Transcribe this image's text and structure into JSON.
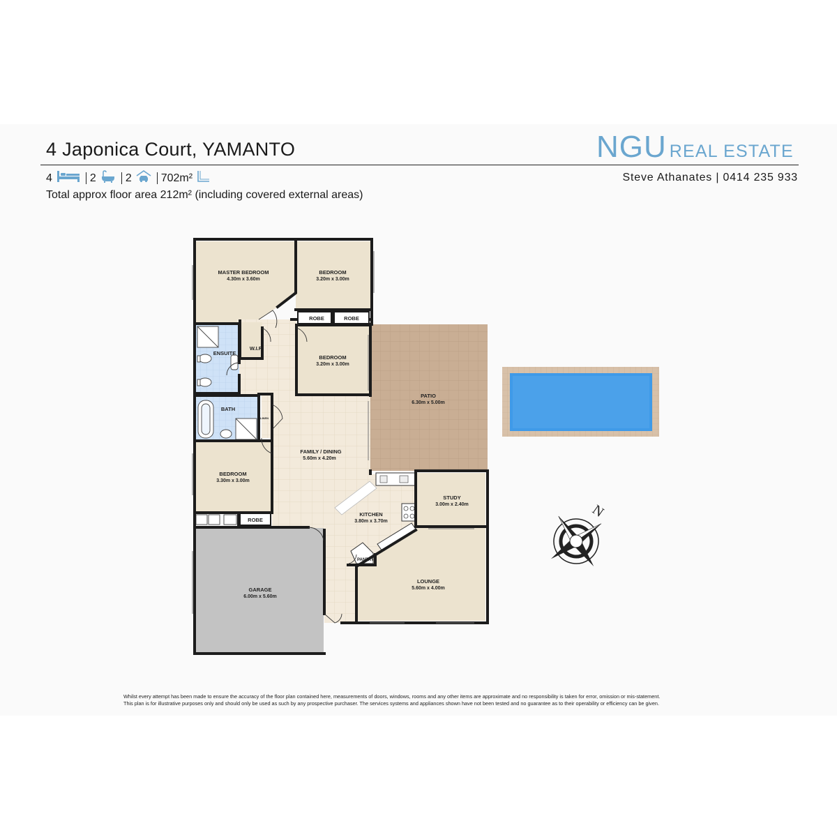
{
  "header": {
    "address": "4 Japonica Court, YAMANTO",
    "brand_main": "NGU",
    "brand_rest": "REAL ESTATE",
    "agent": "Steve Athanates | 0414 235 933",
    "bedrooms": "4",
    "bathrooms": "2",
    "car_spaces": "2",
    "land_area": "702m²",
    "floor_area_note": "Total approx floor area 212m² (including covered external areas)"
  },
  "icons": [
    "bed-icon",
    "bath-icon",
    "car-icon",
    "land-icon",
    "compass-icon"
  ],
  "colors": {
    "brand": "#6aa6cf",
    "floor": "#ece3cf",
    "tile": "#f3eadb",
    "wet_area": "#cfe2f7",
    "patio": "#c8ad92",
    "garage": "#c3c3c3",
    "pool": "#3f9ae8",
    "wall": "#1c1c1c"
  },
  "rooms": {
    "master": {
      "name": "MASTER BEDROOM",
      "dims": "4.30m  x 3.60m"
    },
    "bed2": {
      "name": "BEDROOM",
      "dims": "3.20m  x 3.00m"
    },
    "bed3": {
      "name": "BEDROOM",
      "dims": "3.20m  x 3.00m"
    },
    "bed4": {
      "name": "BEDROOM",
      "dims": "3.30m  x 3.00m"
    },
    "robe1": {
      "name": "ROBE"
    },
    "robe2": {
      "name": "ROBE"
    },
    "robe3": {
      "name": "ROBE"
    },
    "wir": {
      "name": "W.I.R"
    },
    "ensuite": {
      "name": "ENSUITE"
    },
    "bath": {
      "name": "BATH"
    },
    "linen": {
      "name": "LINEN"
    },
    "patio": {
      "name": "PATIO",
      "dims": "6.30m  x 5.00m"
    },
    "family": {
      "name": "FAMILY / DINING",
      "dims": "5.60m  x 4.20m"
    },
    "kitchen": {
      "name": "KITCHEN",
      "dims": "3.80m  x 3.70m"
    },
    "study": {
      "name": "STUDY",
      "dims": "3.00m  x 2.40m"
    },
    "pantry": {
      "name": "PANTRY"
    },
    "lounge": {
      "name": "LOUNGE",
      "dims": "5.60m  x 4.00m"
    },
    "garage": {
      "name": "GARAGE",
      "dims": "6.00m  x 5.60m"
    }
  },
  "compass_label": "N",
  "disclaimer": [
    "Whilst every attempt has been made to ensure the accuracy of the floor plan contained here, measurements of doors, windows, rooms and any other items are approximate and no responsibility is taken for error, omission or mis-statement.",
    "This plan is for illustrative purposes only and should only be used as such by any prospective purchaser. The services systems and appliances shown have not been tested and no guarantee as to their operability or efficiency can be given."
  ]
}
